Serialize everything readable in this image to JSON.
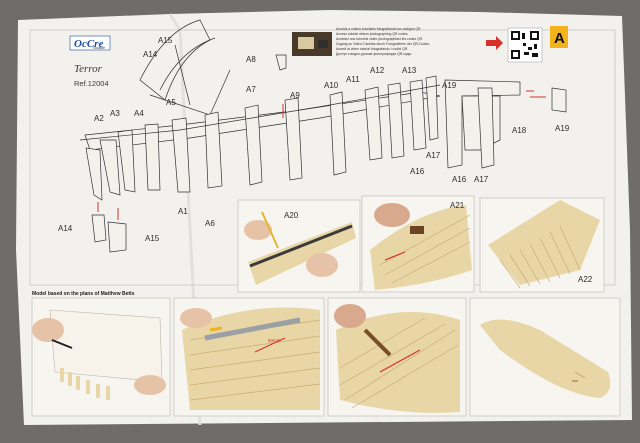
{
  "brand": {
    "logo_text": "OcCre",
    "logo_sub": "Vocable"
  },
  "model": {
    "name": "Terror",
    "reference": "Ref.12004"
  },
  "sheet_letter": "A",
  "video_notice": [
    "Acceda a vídeos tutoriales fotografiando los códigos QR.",
    "Access tutorial videos photographing QR codes.",
    "Accédez aux tutoriels vidéo photographiant les codes QR.",
    "Zugang zu Video-Tutorials durch Fotografieren der QR-Codes.",
    "Accedi ai video tutorial fotografando i codici QR.",
    "Доступ к видео-урокам фотографируя QR-коды."
  ],
  "credit": "Model based on the plans of Matthew Betts",
  "measure_label": "60mm",
  "part_labels": {
    "a1": "A1",
    "a2": "A2",
    "a3": "A3",
    "a4": "A4",
    "a5": "A5",
    "a6": "A6",
    "a7": "A7",
    "a8": "A8",
    "a9": "A9",
    "a10": "A10",
    "a11": "A11",
    "a12": "A12",
    "a13": "A13",
    "a14": "A14",
    "a15": "A15",
    "a16": "A16",
    "a17": "A17",
    "a18": "A18",
    "a19": "A19",
    "a20": "A20",
    "a21": "A21",
    "a22": "A22"
  },
  "colors": {
    "brand_blue": "#1f4f9c",
    "brand_orange": "#e8612c",
    "sheet_badge": "#f2b31c",
    "arrow_red": "#d8312a",
    "wood": "#e9d6a6"
  }
}
